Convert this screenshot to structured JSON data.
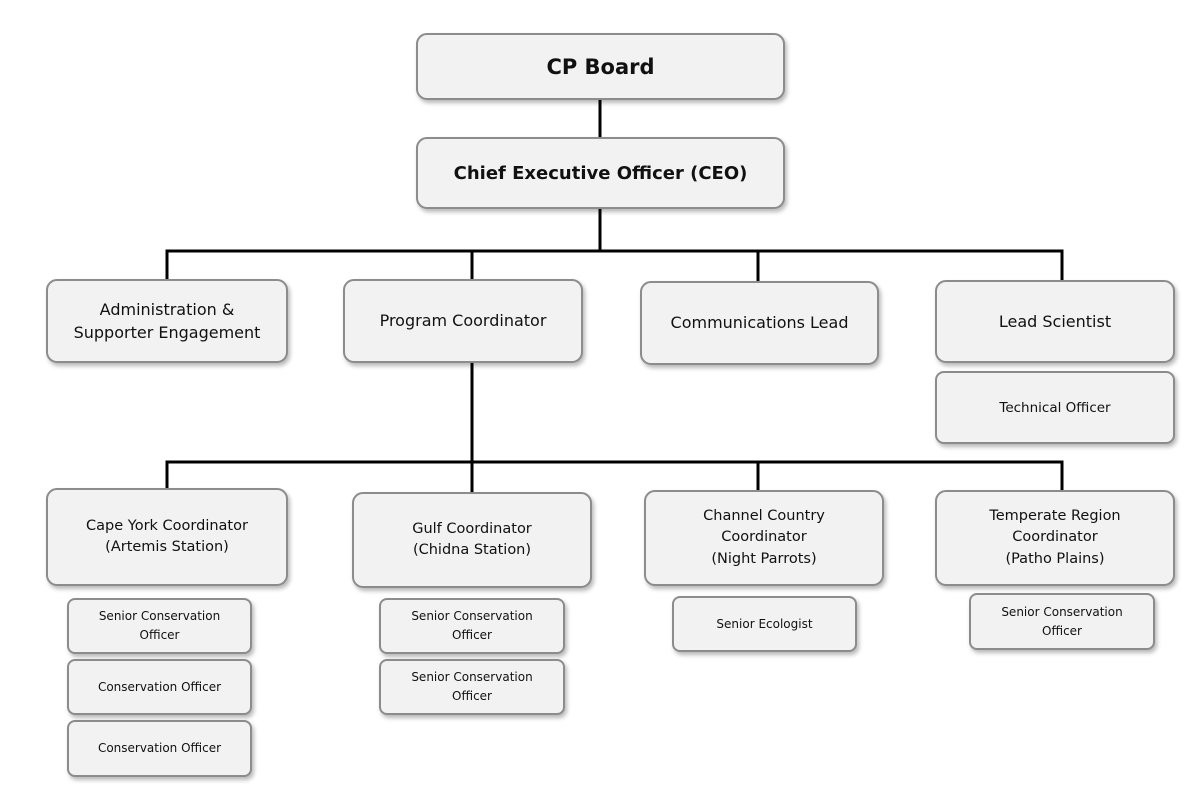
{
  "org_chart": {
    "board": "CP Board",
    "ceo": "Chief Executive Officer (CEO)",
    "departments": {
      "admin": "Administration &\nSupporter Engagement",
      "program": "Program Coordinator",
      "comms": "Communications Lead",
      "lead_scientist": "Lead Scientist"
    },
    "lead_scientist_staff": [
      "Technical Officer"
    ],
    "coordinators": {
      "cape_york": {
        "title": "Cape York Coordinator\n(Artemis Station)",
        "staff": [
          "Senior Conservation\nOfficer",
          "Conservation Officer",
          "Conservation Officer"
        ]
      },
      "gulf": {
        "title": "Gulf Coordinator\n(Chidna Station)",
        "staff": [
          "Senior Conservation\nOfficer",
          "Senior Conservation\nOfficer"
        ]
      },
      "channel": {
        "title": "Channel Country\nCoordinator\n(Night Parrots)",
        "staff": [
          "Senior Ecologist"
        ]
      },
      "temperate": {
        "title": "Temperate Region\nCoordinator\n(Patho Plains)",
        "staff": [
          "Senior Conservation\nOfficer"
        ]
      }
    }
  },
  "colors": {
    "box_fill": "#f2f2f2",
    "box_border": "#8c8c8c",
    "connector": "#000000",
    "text": "#111111"
  }
}
